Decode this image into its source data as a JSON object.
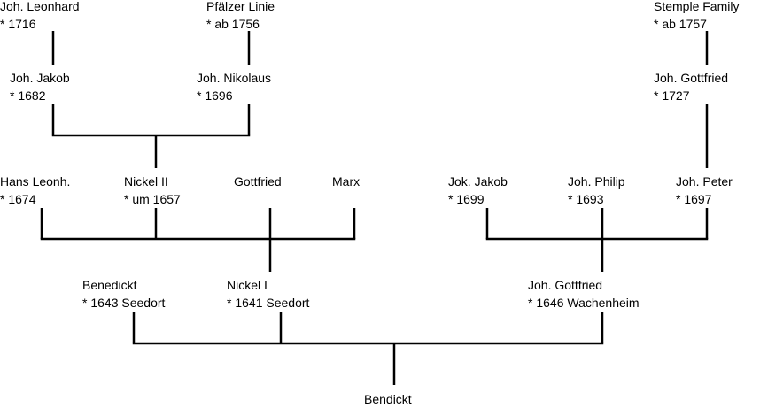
{
  "nodes": {
    "joh_leonhard": {
      "name": "Joh. Leonhard",
      "detail": "* 1716"
    },
    "pfaelzer_linie": {
      "name": "Pfälzer Linie",
      "detail": "* ab 1756"
    },
    "stemple_family": {
      "name": "Stemple Family",
      "detail": "* ab 1757"
    },
    "joh_jakob": {
      "name": "Joh. Jakob",
      "detail": "* 1682"
    },
    "joh_nikolaus": {
      "name": "Joh. Nikolaus",
      "detail": "* 1696"
    },
    "joh_gottfried_1727": {
      "name": "Joh. Gottfried",
      "detail": "* 1727"
    },
    "hans_leonh": {
      "name": "Hans Leonh.",
      "detail": "* 1674"
    },
    "nickel_ii": {
      "name": "Nickel II",
      "detail": "* um 1657"
    },
    "gottfried": {
      "name": "Gottfried",
      "detail": ""
    },
    "marx": {
      "name": "Marx",
      "detail": ""
    },
    "jok_jakob": {
      "name": "Jok. Jakob",
      "detail": "* 1699"
    },
    "joh_philip": {
      "name": "Joh. Philip",
      "detail": "* 1693"
    },
    "joh_peter": {
      "name": "Joh. Peter",
      "detail": "* 1697"
    },
    "benedickt": {
      "name": "Benedickt",
      "detail": "* 1643 Seedort"
    },
    "nickel_i": {
      "name": "Nickel I",
      "detail": "* 1641 Seedort"
    },
    "joh_gottfried_1646": {
      "name": "Joh. Gottfried",
      "detail": "* 1646 Wachenheim"
    },
    "bendickt": {
      "name": "Bendickt",
      "detail": ""
    }
  }
}
